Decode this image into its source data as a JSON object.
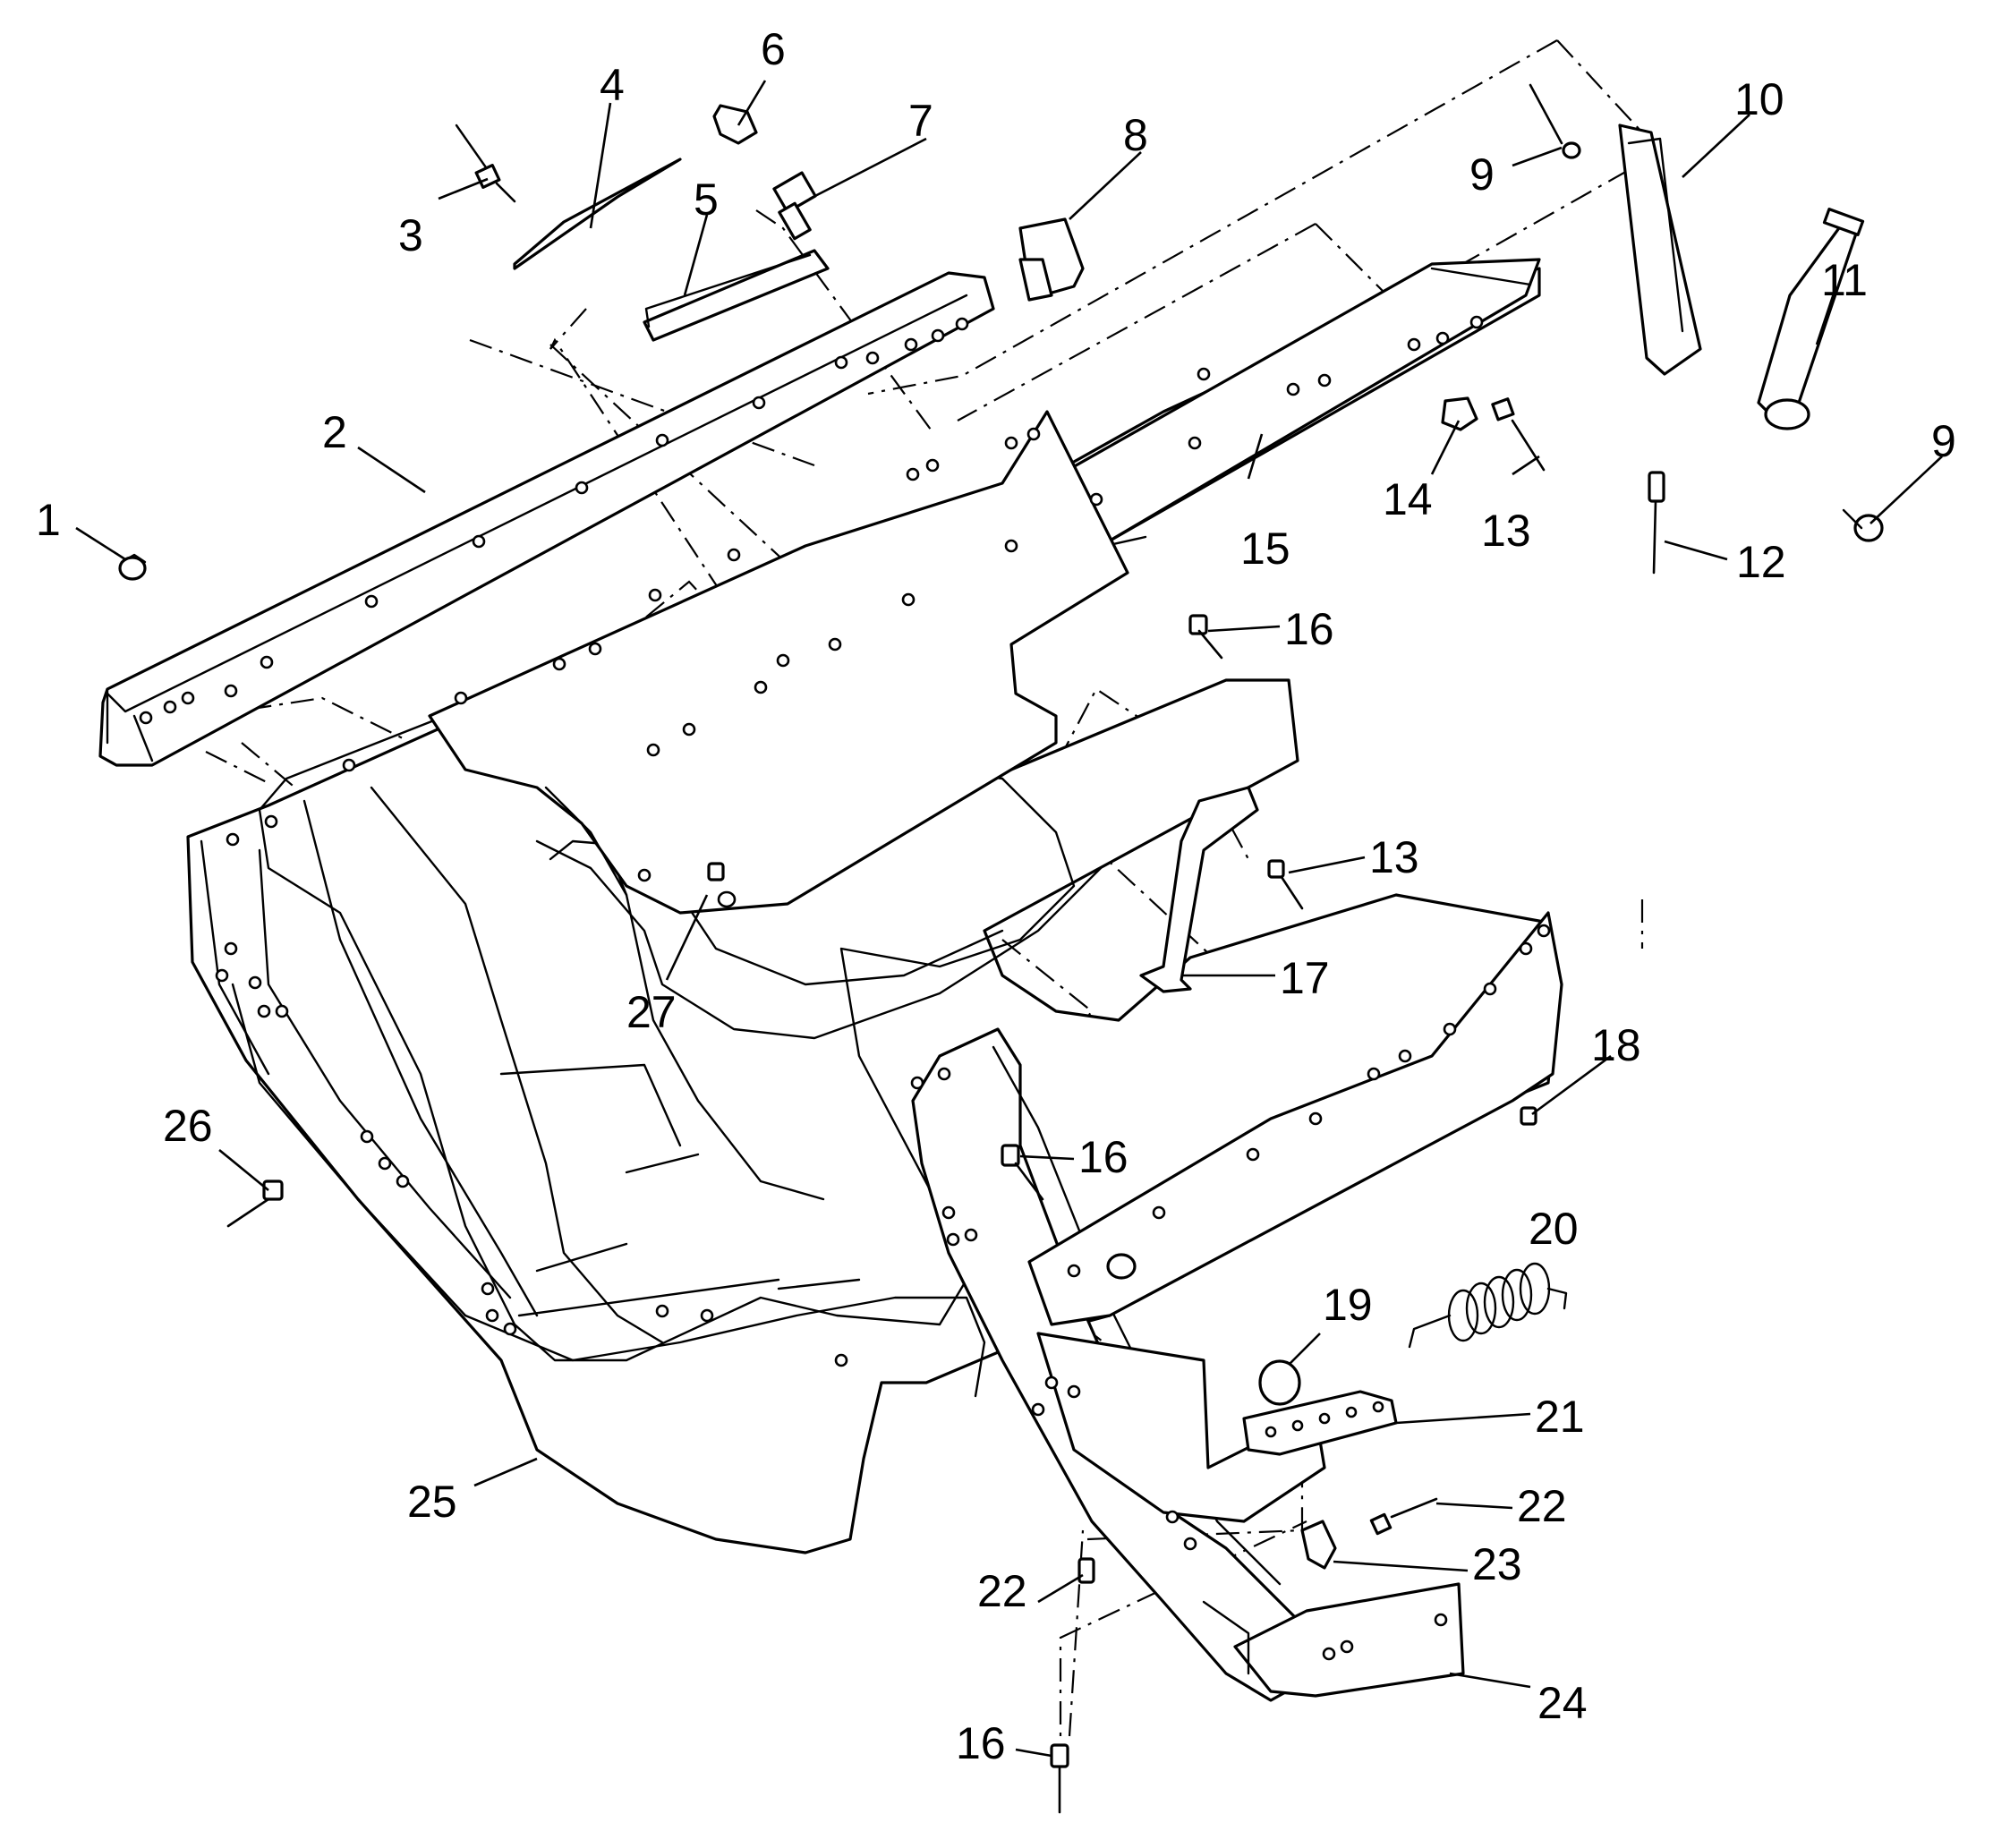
{
  "colors": {
    "ink": "#000000",
    "paper": "#ffffff"
  },
  "callouts": [
    {
      "label": "1",
      "name": "callout-1"
    },
    {
      "label": "2",
      "name": "callout-2"
    },
    {
      "label": "3",
      "name": "callout-3"
    },
    {
      "label": "4",
      "name": "callout-4"
    },
    {
      "label": "5",
      "name": "callout-5"
    },
    {
      "label": "6",
      "name": "callout-6"
    },
    {
      "label": "7",
      "name": "callout-7"
    },
    {
      "label": "8",
      "name": "callout-8"
    },
    {
      "label": "9",
      "name": "callout-9-top"
    },
    {
      "label": "10",
      "name": "callout-10"
    },
    {
      "label": "11",
      "name": "callout-11"
    },
    {
      "label": "9",
      "name": "callout-9-right"
    },
    {
      "label": "12",
      "name": "callout-12"
    },
    {
      "label": "13",
      "name": "callout-13-top"
    },
    {
      "label": "14",
      "name": "callout-14"
    },
    {
      "label": "15",
      "name": "callout-15"
    },
    {
      "label": "16",
      "name": "callout-16-top"
    },
    {
      "label": "13",
      "name": "callout-13-mid"
    },
    {
      "label": "17",
      "name": "callout-17"
    },
    {
      "label": "18",
      "name": "callout-18"
    },
    {
      "label": "16",
      "name": "callout-16-mid"
    },
    {
      "label": "26",
      "name": "callout-26"
    },
    {
      "label": "27",
      "name": "callout-27"
    },
    {
      "label": "20",
      "name": "callout-20"
    },
    {
      "label": "19",
      "name": "callout-19"
    },
    {
      "label": "21",
      "name": "callout-21"
    },
    {
      "label": "22",
      "name": "callout-22-right"
    },
    {
      "label": "23",
      "name": "callout-23"
    },
    {
      "label": "22",
      "name": "callout-22-left"
    },
    {
      "label": "25",
      "name": "callout-25"
    },
    {
      "label": "24",
      "name": "callout-24"
    },
    {
      "label": "16",
      "name": "callout-16-bottom"
    }
  ]
}
